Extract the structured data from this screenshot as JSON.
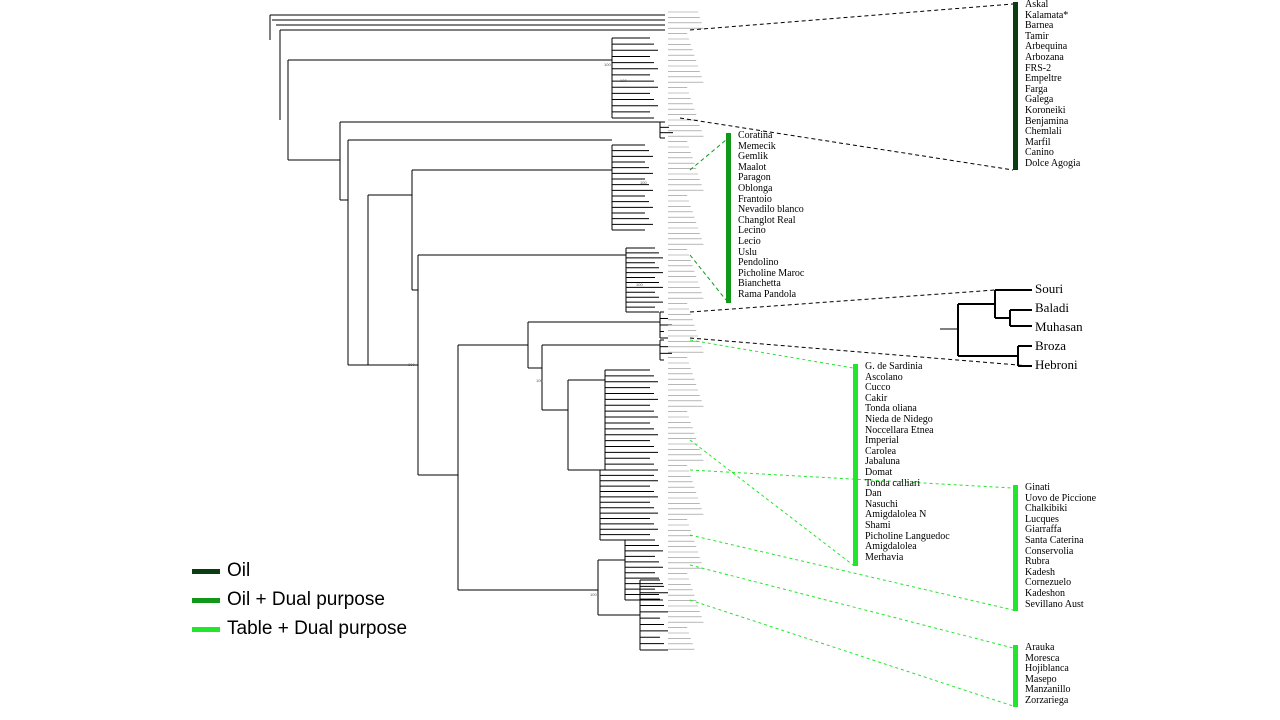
{
  "colors": {
    "oil": "#0b3d12",
    "oil_dual": "#129818",
    "table_dual": "#22e62b",
    "tree_line": "#000000"
  },
  "legend": [
    {
      "label": "Oil",
      "color": "#0b3d12"
    },
    {
      "label": "Oil + Dual purpose",
      "color": "#129818"
    },
    {
      "label": "Table + Dual purpose",
      "color": "#22e62b"
    }
  ],
  "groups": {
    "oil": {
      "color": "#0b3d12",
      "cultivars": [
        "Askal",
        "Kalamata*",
        "Barnea",
        "Tamir",
        "Arbequina",
        "Arbozana",
        "FRS-2",
        "Empeltre",
        "Farga",
        "Galega",
        "Koroneiki",
        "Benjamina",
        "Chemlali",
        "Marfil",
        "Canino",
        "Dolce Agogia"
      ]
    },
    "oil_dual": {
      "color": "#129818",
      "cultivars": [
        "Coratina",
        "Memecik",
        "Gemlik",
        "Maalot",
        "Paragon",
        "Oblonga",
        "Frantoio",
        "Nevadilo blanco",
        "Changlot Real",
        "Lecino",
        "Lecio",
        "Uslu",
        "Pendolino",
        "Picholine Maroc",
        "Bianchetta",
        "Rama Pandola"
      ]
    },
    "table_dual_a": {
      "color": "#22e62b",
      "cultivars": [
        "G. de Sardinia",
        "Ascolano",
        "Cucco",
        "Cakir",
        "Tonda oliana",
        "Nieda de Nidego",
        "Noccellara Etnea",
        "Imperial",
        "Carolea",
        "Jabaluna",
        "Domat",
        "Tonda calliari",
        "Dan",
        "Nasuchi",
        "Amigdalolea N",
        "Shami",
        "Picholine Languedoc",
        "Amigdalolea",
        "Merhavia"
      ]
    },
    "table_dual_b": {
      "color": "#22e62b",
      "cultivars": [
        "Ginati",
        "Uovo de Piccione",
        "Chalkibiki",
        "Lucques",
        "Giarraffa",
        "Santa Caterina",
        "Conservolia",
        "Rubra",
        "Kadesh",
        "Cornezuelo",
        "Kadeshon",
        "Sevillano Aust"
      ]
    },
    "table_dual_c": {
      "color": "#22e62b",
      "cultivars": [
        "Arauka",
        "Moresca",
        "Hojiblanca",
        "Masepo",
        "Manzanillo",
        "Zorzariega"
      ]
    }
  },
  "subtree": {
    "labels": [
      "Souri",
      "Baladi",
      "Muhasan",
      "Broza",
      "Hebroni"
    ]
  },
  "bootstrap_label": "100"
}
